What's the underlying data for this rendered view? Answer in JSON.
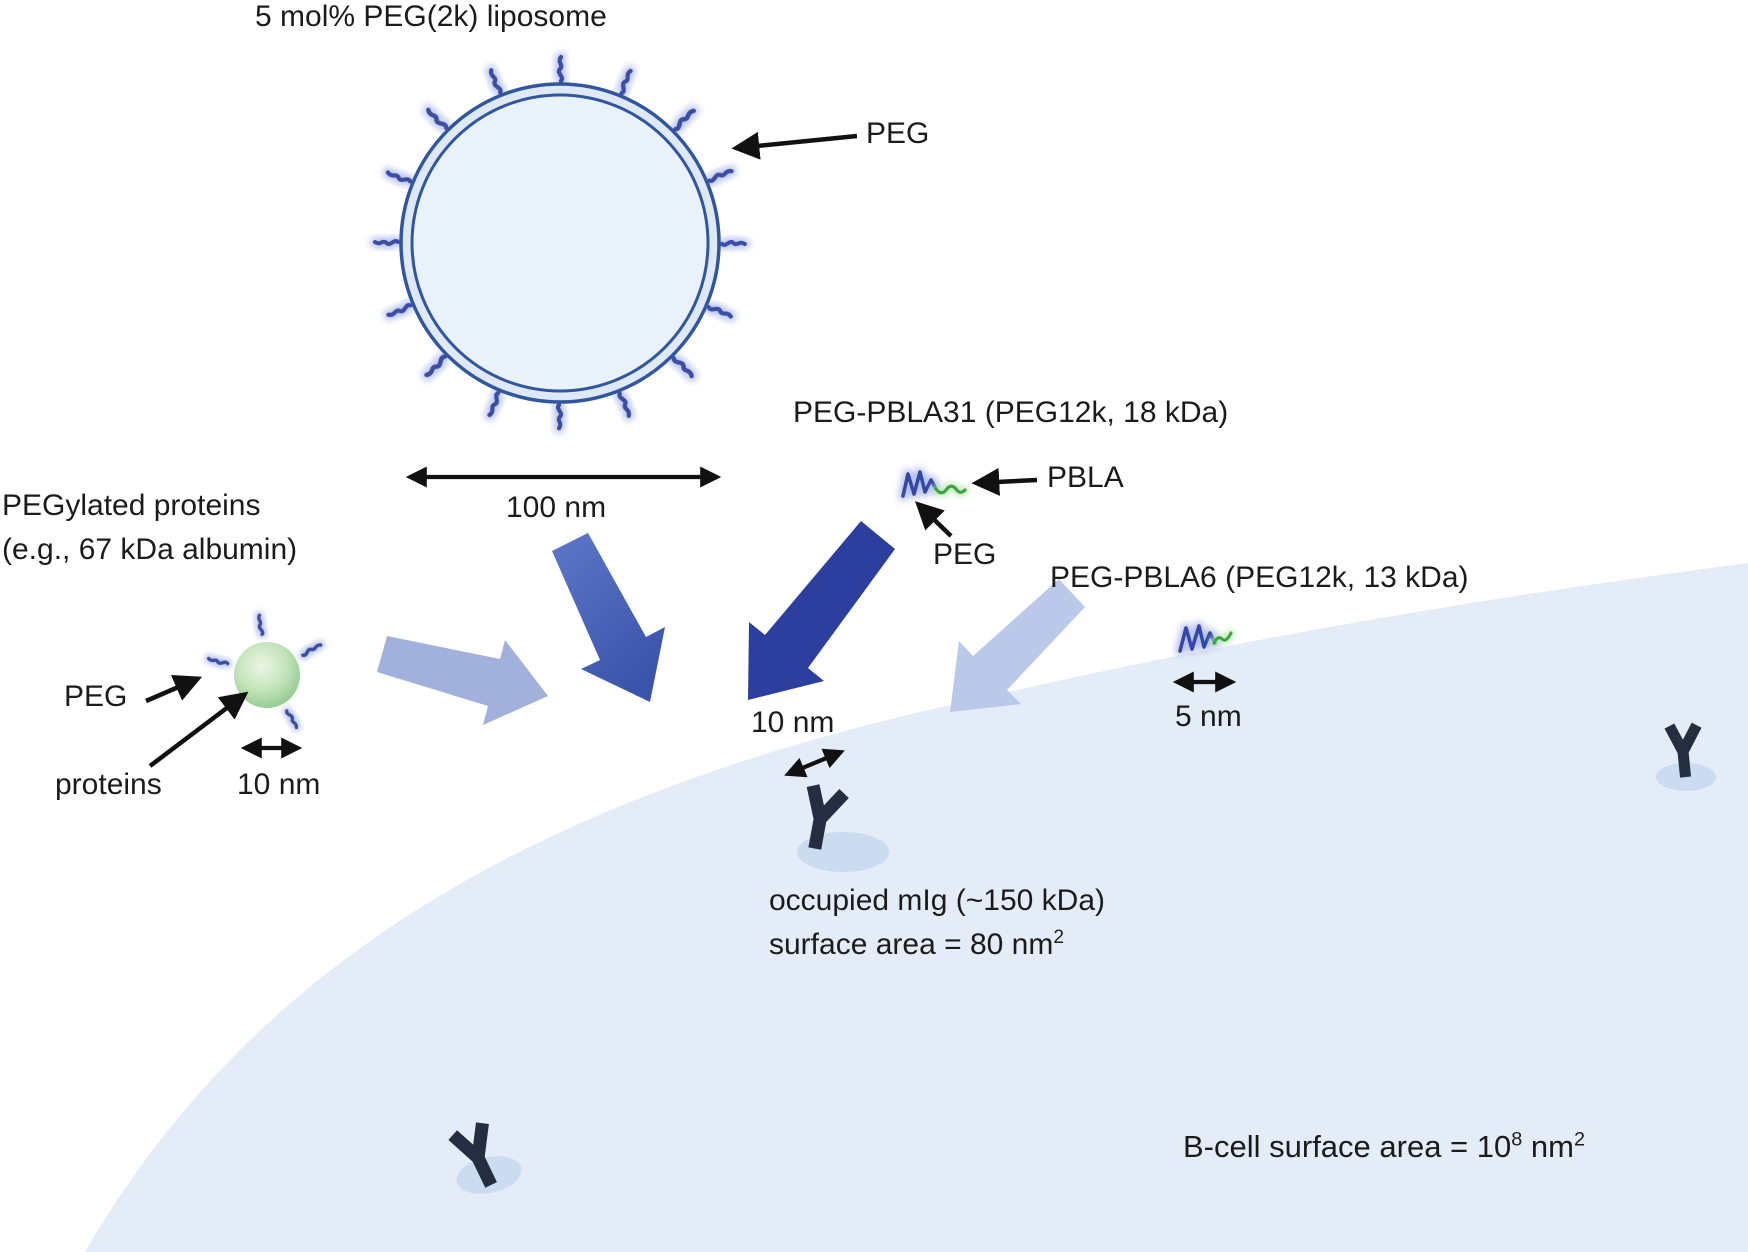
{
  "figure": {
    "liposome": {
      "title": "5 mol% PEG(2k) liposome",
      "peg_label": "PEG",
      "diameter": "100 nm"
    },
    "pegylated_protein": {
      "line1": "PEGylated proteins",
      "line2": "(e.g., 67 kDa albumin)",
      "peg_label": "PEG",
      "protein_label": "proteins",
      "diameter": "10 nm"
    },
    "peg_pbla31": {
      "title": "PEG-PBLA31 (PEG12k, 18 kDa)",
      "pbla_label": "PBLA",
      "peg_label": "PEG"
    },
    "peg_pbla6": {
      "title": "PEG-PBLA6 (PEG12k, 13 kDa)",
      "size": "5 nm"
    },
    "mig": {
      "gap": "10 nm",
      "line1": "occupied mIg (~150 kDa)",
      "line2_base": "surface area = 80 nm",
      "line2_sup": "2"
    },
    "bcell": {
      "base": "B-cell surface area = 10",
      "sup1": "8",
      "mid": " nm",
      "sup2": "2"
    }
  },
  "colors": {
    "background": "#ffffff",
    "text": "#1b1b1b",
    "cell_fill": "#e4ecf7",
    "liposome_stroke": "#30569f",
    "liposome_fill": "#e9f1fa",
    "peg_chain_blue": "#3b4ea5",
    "peg_glow": "#a9b7e8",
    "pbla_green": "#35a63a",
    "protein_sphere_green": "#8fc98f",
    "block_arrow_navy": "#2c3f9f",
    "block_arrow_blue": "#4565b3",
    "block_arrow_pale_left": "#a2b1dc",
    "block_arrow_pale_right": "#bac9e9",
    "receptor_dark": "#242e40",
    "receptor_patch": "#cbdcf1",
    "thin_arrow": "#111111"
  }
}
